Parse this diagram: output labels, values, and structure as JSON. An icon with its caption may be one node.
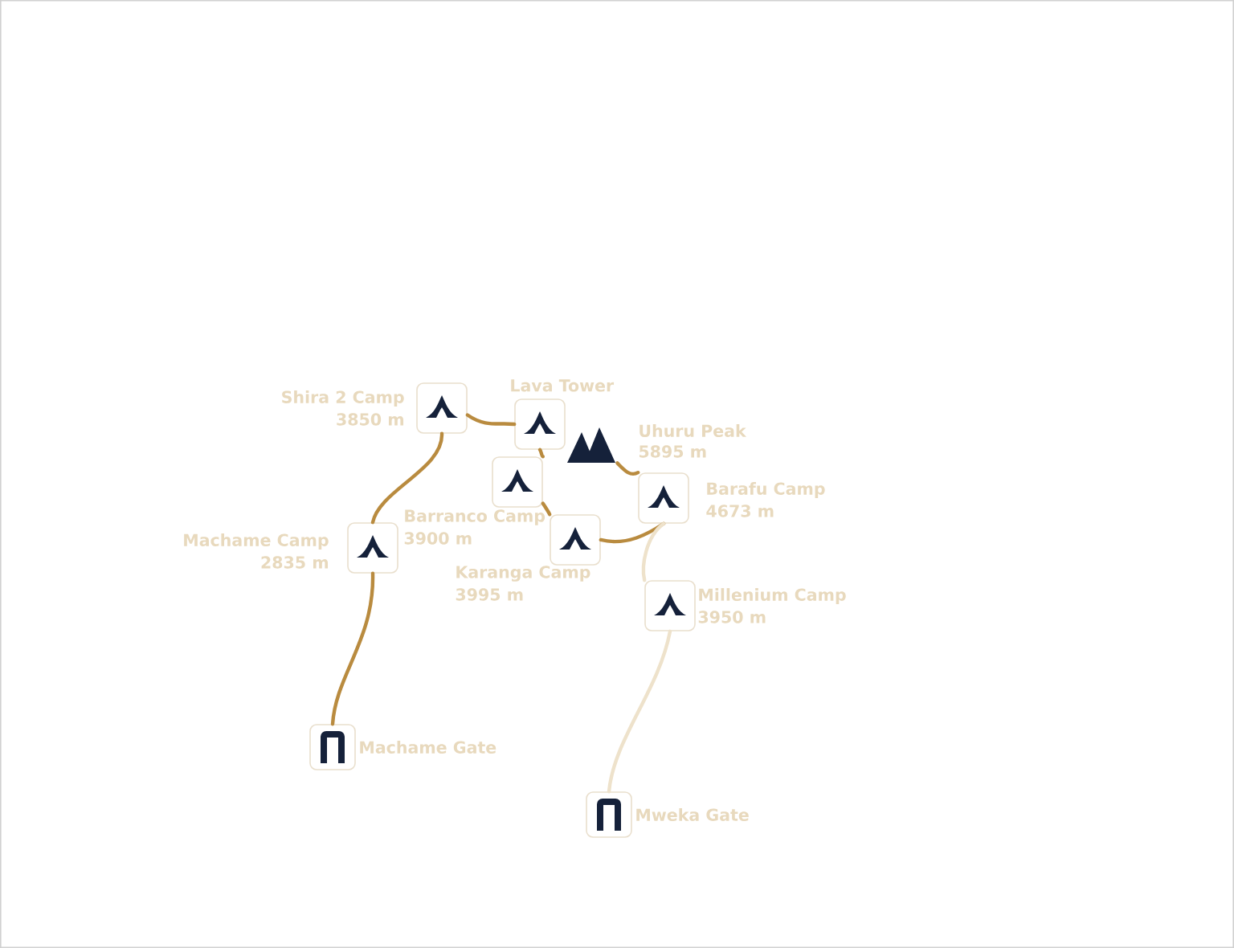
{
  "diagram": {
    "nodes": [
      {
        "text": [
          "Machame Gate"
        ]
      },
      {
        "text": [
          "Machame Camp",
          "2835 m"
        ]
      },
      {
        "text": [
          "Shira 2 Camp",
          "3850 m"
        ]
      },
      {
        "text": [
          "Lava Tower"
        ]
      },
      {
        "text": [
          "Barranco Camp",
          "3900 m"
        ]
      },
      {
        "text": [
          "Karanga Camp",
          "3995 m"
        ]
      },
      {
        "text": [
          "Barafu Camp",
          "4673 m"
        ]
      },
      {
        "text": [
          "Uhuru Peak",
          "5895 m"
        ]
      },
      {
        "text": [
          "Millenium Camp",
          "3950 m"
        ]
      },
      {
        "text": [
          "Mweka Gate"
        ]
      }
    ],
    "edges": [
      {
        "from": 0,
        "to": 1,
        "arrow": "none"
      },
      {
        "from": 1,
        "to": 2,
        "arrow": "none"
      },
      {
        "from": 2,
        "to": 3,
        "arrow": "none"
      },
      {
        "from": 3,
        "to": 4,
        "arrow": "none"
      },
      {
        "from": 4,
        "to": 5,
        "arrow": "none"
      },
      {
        "from": 5,
        "to": 6,
        "arrow": "none"
      },
      {
        "from": 6,
        "to": 7,
        "arrow": "none"
      },
      {
        "from": 6,
        "to": 8,
        "arrow": "none",
        "color": "#eee2cb"
      },
      {
        "from": 8,
        "to": 9,
        "arrow": "none",
        "color": "#eee2cb"
      }
    ]
  }
}
